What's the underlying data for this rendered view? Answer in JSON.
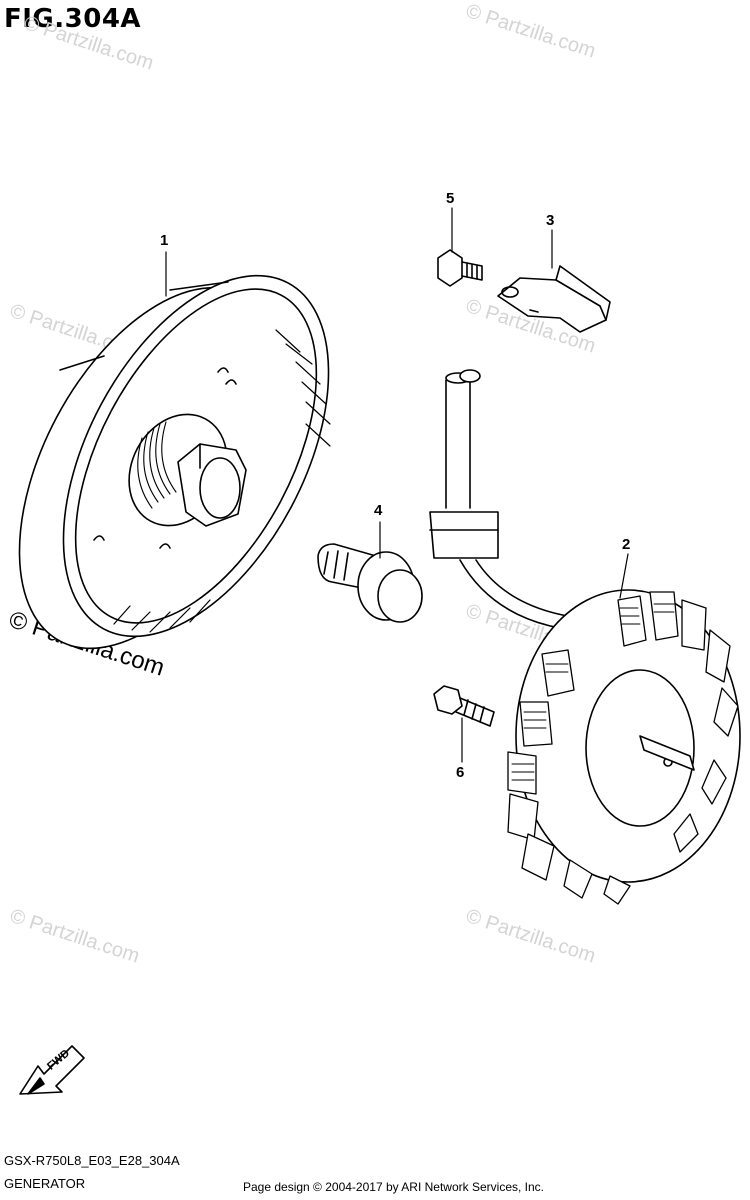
{
  "figure_title": "FIG.304A",
  "callouts": [
    "1",
    "2",
    "3",
    "4",
    "5",
    "6"
  ],
  "watermark_text": "© Partzilla.com",
  "fwd_label": "FWD",
  "footer": {
    "model_code": "GSX-R750L8_E03_E28_304A",
    "section_name": "GENERATOR",
    "credit": "Page design © 2004-2017 by ARI Network Services, Inc."
  }
}
